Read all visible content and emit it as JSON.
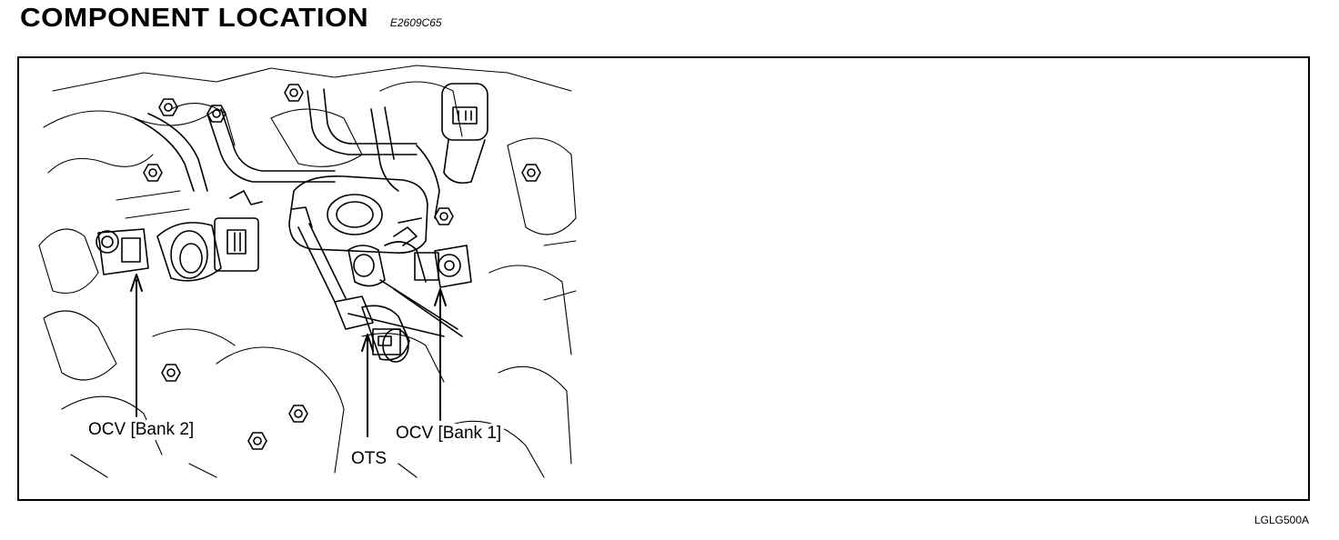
{
  "header": {
    "title": "COMPONENT LOCATION",
    "code": "E2609C65"
  },
  "callouts": {
    "ocv_bank2": "OCV [Bank 2]",
    "ots": "OTS",
    "ocv_bank1": "OCV [Bank 1]"
  },
  "figure_id": "LGLG500A"
}
